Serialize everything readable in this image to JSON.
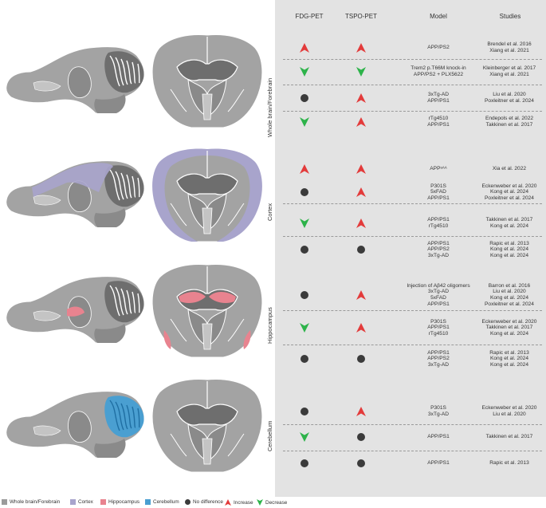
{
  "headers": {
    "fdg": "FDG-PET",
    "tspo": "TSPO-PET",
    "model": "Model",
    "studies": "Studies"
  },
  "regions": [
    {
      "label": "Whole brain/Forebrain"
    },
    {
      "label": "Cortex"
    },
    {
      "label": "Hippocampus"
    },
    {
      "label": "Cerebellum"
    }
  ],
  "rows": [
    {
      "fdg": "increase",
      "tspo": "increase",
      "model": [
        "APP/PS2"
      ],
      "studies": [
        "Brendel et al. 2016",
        "Xiang et al. 2021"
      ]
    },
    {
      "fdg": "decrease",
      "tspo": "decrease",
      "model": [
        "Trem2 p.T66M knock-in",
        "APP/PS2 + PLX5622"
      ],
      "studies": [
        "Kleinberger et al. 2017",
        "Xiang et al. 2021"
      ]
    },
    {
      "fdg": "nodiff",
      "tspo": "increase",
      "model": [
        "3xTg-AD",
        "APP/PS1"
      ],
      "studies": [
        "Liu et al. 2020",
        "Poxleitner et al. 2024"
      ]
    },
    {
      "fdg": "decrease",
      "tspo": "increase",
      "model": [
        "rTg4510",
        "APP/PS1"
      ],
      "studies": [
        "Endepols et al. 2022",
        "Takkinen et al. 2017"
      ]
    },
    {
      "fdg": "increase",
      "tspo": "increase",
      "model": [
        "APPˢᴬᴬ"
      ],
      "studies": [
        "Xia et al. 2022"
      ]
    },
    {
      "fdg": "nodiff",
      "tspo": "increase",
      "model": [
        "P301S",
        "5xFAD",
        "APP/PS1"
      ],
      "studies": [
        "Eckenweber et al. 2020",
        "Kong et al. 2024",
        "Poxleitner et al. 2024"
      ]
    },
    {
      "fdg": "decrease",
      "tspo": "increase",
      "model": [
        "APP/PS1",
        "rTg4510"
      ],
      "studies": [
        "Takkinen et al. 2017",
        "Kong et al. 2024"
      ]
    },
    {
      "fdg": "nodiff",
      "tspo": "nodiff",
      "model": [
        "APP/PS1",
        "APP/PS2",
        "3xTg-AD"
      ],
      "studies": [
        "Rapic et al. 2013",
        "Kong et al. 2024",
        "Kong et al. 2024"
      ]
    },
    {
      "fdg": "nodiff",
      "tspo": "increase",
      "model": [
        "Injection of Aβ42 oligomers",
        "3xTg-AD",
        "5xFAD",
        "APP/PS1"
      ],
      "studies": [
        "Barron et al. 2016",
        "Liu et al. 2020",
        "Kong et al. 2024",
        "Poxleitner et al. 2024"
      ]
    },
    {
      "fdg": "decrease",
      "tspo": "increase",
      "model": [
        "P301S",
        "APP/PS1",
        "rTg4510"
      ],
      "studies": [
        "Eckenweber et al. 2020",
        "Takkinen et al. 2017",
        "Kong et al. 2024"
      ]
    },
    {
      "fdg": "nodiff",
      "tspo": "nodiff",
      "model": [
        "APP/PS1",
        "APP/PS2",
        "3xTg-AD"
      ],
      "studies": [
        "Rapic et al. 2013",
        "Kong et al. 2024",
        "Kong et al. 2024"
      ]
    },
    {
      "fdg": "nodiff",
      "tspo": "increase",
      "model": [
        "P301S",
        "3xTg-AD"
      ],
      "studies": [
        "Eckenweber et al. 2020",
        "Liu et al. 2020"
      ]
    },
    {
      "fdg": "decrease",
      "tspo": "nodiff",
      "model": [
        "APP/PS1"
      ],
      "studies": [
        "Takkinen et al. 2017"
      ]
    },
    {
      "fdg": "nodiff",
      "tspo": "nodiff",
      "model": [
        "APP/PS1"
      ],
      "studies": [
        "Rapic et al. 2013"
      ]
    }
  ],
  "legend": [
    {
      "label": "Whole brain/Forebrain",
      "kind": "square",
      "color": "#9b9b9b"
    },
    {
      "label": "Cortex",
      "kind": "square",
      "color": "#a8a4cc"
    },
    {
      "label": "Hippocampus",
      "kind": "square",
      "color": "#e8838f"
    },
    {
      "label": "Cerebellum",
      "kind": "square",
      "color": "#4a9fd1"
    },
    {
      "label": "No difference",
      "kind": "nodiff",
      "color": "#3b3b3b"
    },
    {
      "label": "Increase",
      "kind": "increase",
      "color": "#e33b3b"
    },
    {
      "label": "Decrease",
      "kind": "decrease",
      "color": "#2db34a"
    }
  ],
  "colors": {
    "increase": "#e33b3b",
    "decrease": "#2db34a",
    "nodiff": "#3b3b3b",
    "brain": "#9b9b9b",
    "cortex": "#a8a4cc",
    "hippocampus": "#e8838f",
    "cerebellum": "#4a9fd1"
  }
}
